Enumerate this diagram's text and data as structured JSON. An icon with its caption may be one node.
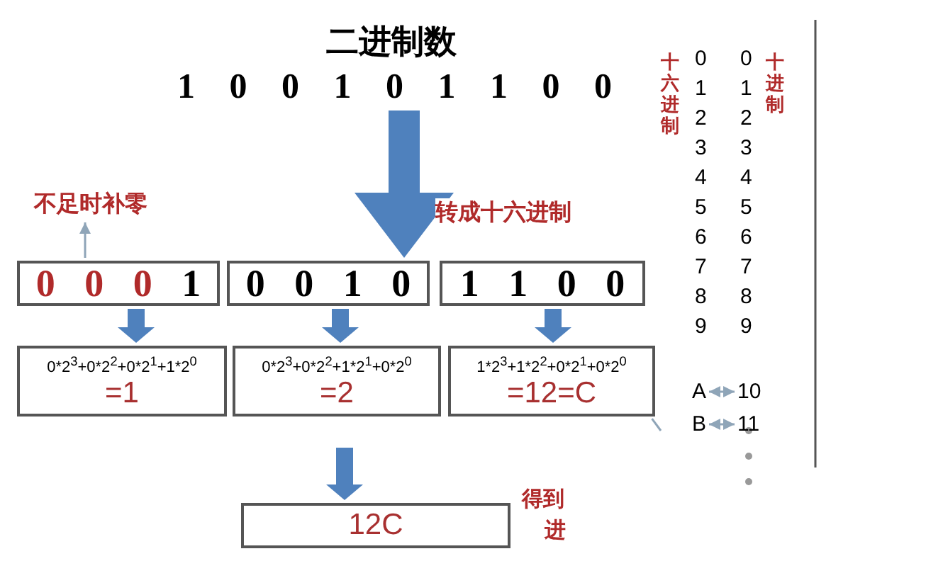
{
  "diagram": {
    "title": "二进制数",
    "nodes": [
      {
        "text": [
          "1 0 0 1 0 1 1 0 0"
        ]
      },
      {
        "text": [
          "0 0 0 1"
        ]
      },
      {
        "text": [
          "0 0 1 0"
        ]
      },
      {
        "text": [
          "1 1 0 0"
        ]
      },
      {
        "text": [
          "0*2$^{3}$+0*2$^{2}$+0*2$^{1}$+1*2$^{0}$",
          "=1"
        ]
      },
      {
        "text": [
          "0*2$^{3}$+0*2$^{2}$+1*2$^{1}$+0*2$^{0}$",
          "=2"
        ]
      },
      {
        "text": [
          "1*2$^{3}$+1*2$^{2}$+0*2$^{1}$+0*2$^{0}$",
          "=12=C"
        ]
      },
      {
        "text": [
          "12C"
        ]
      },
      {
        "text": [
          "不足时补零"
        ]
      },
      {
        "text": [
          "A"
        ]
      },
      {
        "text": [
          "10"
        ]
      },
      {
        "text": [
          "B"
        ]
      },
      {
        "text": [
          "11"
        ]
      }
    ],
    "edges": [
      {
        "from": 0,
        "to": 2,
        "arrow": "to",
        "label": "转成十六进制",
        "style": "thick"
      },
      {
        "from": 1,
        "to": 4,
        "arrow": "to"
      },
      {
        "from": 2,
        "to": 5,
        "arrow": "to"
      },
      {
        "from": 3,
        "to": 6,
        "arrow": "to"
      },
      {
        "from": null,
        "to": 7,
        "arrow": "to"
      },
      {
        "from": 1,
        "to": 8,
        "arrow": "to",
        "color": "#8fa5b8"
      },
      {
        "from": 6,
        "to": null,
        "arrow": "none",
        "color": "#8fa5b8"
      },
      {
        "from": 9,
        "to": 10,
        "arrow": "both",
        "color": "#8fa5b8"
      },
      {
        "from": 11,
        "to": 12,
        "arrow": "both",
        "color": "#8fa5b8"
      }
    ],
    "labels": [
      "十六进制",
      "0",
      "0",
      "十进制",
      "1",
      "1",
      "2",
      "2",
      "3",
      "3",
      "4",
      "4",
      "5",
      "5",
      "6",
      "6",
      "7",
      "7",
      "8",
      "8",
      "9",
      "9",
      "得到",
      "进"
    ]
  }
}
